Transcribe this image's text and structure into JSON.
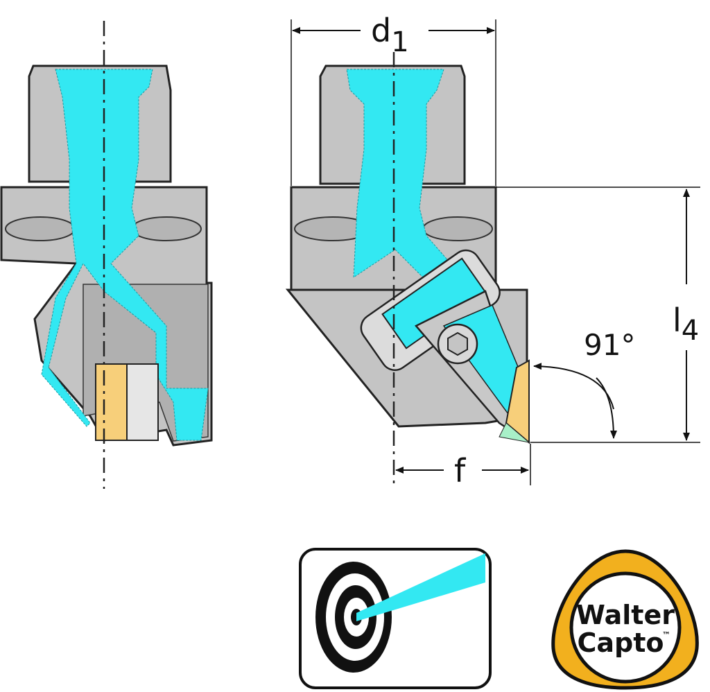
{
  "drawing": {
    "dimensions": {
      "d1_label": "d",
      "d1_sub": "1",
      "l4_label": "l",
      "l4_sub": "4",
      "angle_label": "91°",
      "f_label": "f"
    },
    "colors": {
      "body": "#c4c4c4",
      "body_dark": "#a8a8a8",
      "coolant": "#33e8f2",
      "insert": "#f7cf7a",
      "logo_ring": "#f2b01e"
    }
  },
  "logo": {
    "line1": "Walter",
    "line2": "Capto",
    "tm": "™"
  },
  "icons": {
    "coolant_icon": "internal-coolant-target-icon"
  }
}
